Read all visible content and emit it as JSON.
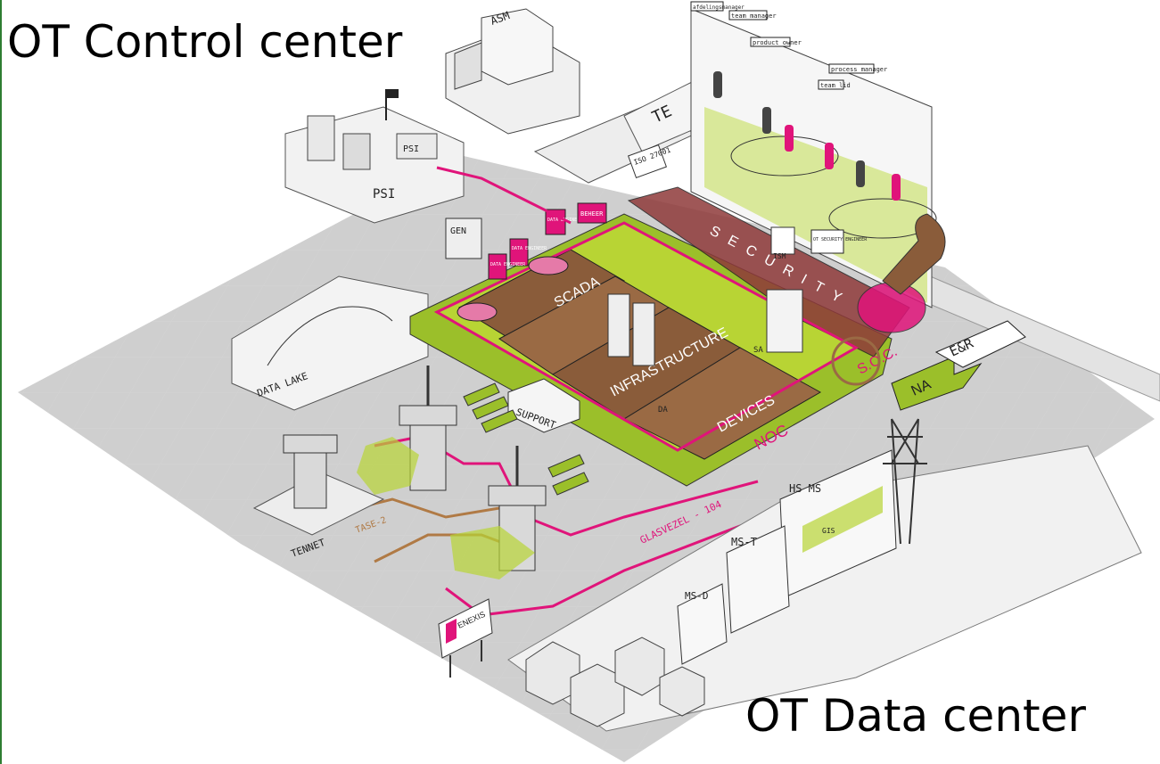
{
  "titles": {
    "top": "OT Control center",
    "bottom": "OT Data center"
  },
  "zones": {
    "scada": "SCADA",
    "infrastructure": "INFRASTRUCTURE",
    "devices": "DEVICES",
    "support": "SUPPORT",
    "security": "SECURITY",
    "noc": "NOC",
    "soc": "S.O.C."
  },
  "buildings": {
    "asm": "ASM",
    "psi": "PSI",
    "psi_truck": "PSI",
    "te": "TE",
    "iso": "ISO 27001",
    "gen": "GEN",
    "ism": "ISM",
    "data_lake": "DATA LAKE",
    "tennet": "TENNET",
    "enexis": "ENEXIS",
    "hs_ms": "HS MS",
    "ms_t": "MS-T",
    "ms_d": "MS-D",
    "gis": "GIS"
  },
  "signs": {
    "ne": "NA",
    "er": "E&R"
  },
  "cables": {
    "tase": "TASE-2",
    "glasvezel": "GLASVEZEL - 104"
  },
  "screens": {
    "data_engineer_1": "DATA ENGINEER",
    "data_engineer_2": "DATA ENGINEER",
    "data_engineer_3": "DATA ENGINEER",
    "beheer": "BEHEER",
    "ot_security": "OT SECURITY ENGINEER",
    "sa": "SA",
    "da": "DA"
  },
  "roles": {
    "r1": "afdelingsmanager",
    "r2": "team manager",
    "r3": "product owner",
    "r4": "process manager",
    "r5": "team lid"
  },
  "colors": {
    "accent": "#e0147a",
    "lime": "#b8d434",
    "brown": "#9a6a44",
    "ground": "#c9c9c9"
  }
}
